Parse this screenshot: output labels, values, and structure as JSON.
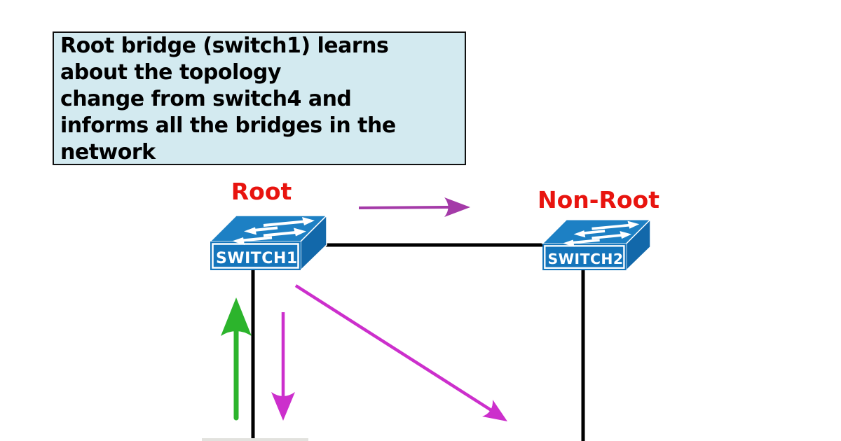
{
  "note_box": {
    "lines": [
      "Root bridge (switch1) learns",
      "about the topology",
      "change from switch4 and",
      "informs all the bridges in the",
      "network"
    ]
  },
  "switches": [
    {
      "label": "SWITCH1",
      "role": "Root"
    },
    {
      "label": "SWITCH2",
      "role": "Non-Root"
    }
  ],
  "icons": {
    "switch_icon": "network-switch-icon",
    "arrows": [
      "arrow-right-purple",
      "arrow-up-green",
      "arrow-down-magenta",
      "arrow-diagonal-magenta"
    ]
  },
  "colors": {
    "note_bg": "#d3eaf0",
    "note_border": "#111111",
    "role_label": "#e8140f",
    "switch_front": "#1575bb",
    "switch_top": "#1d80c4",
    "switch_side": "#1268aa",
    "link": "#000000",
    "arrow_green": "#2cb42c",
    "arrow_magenta": "#cc2fcc",
    "arrow_purple": "#a43aa8"
  }
}
